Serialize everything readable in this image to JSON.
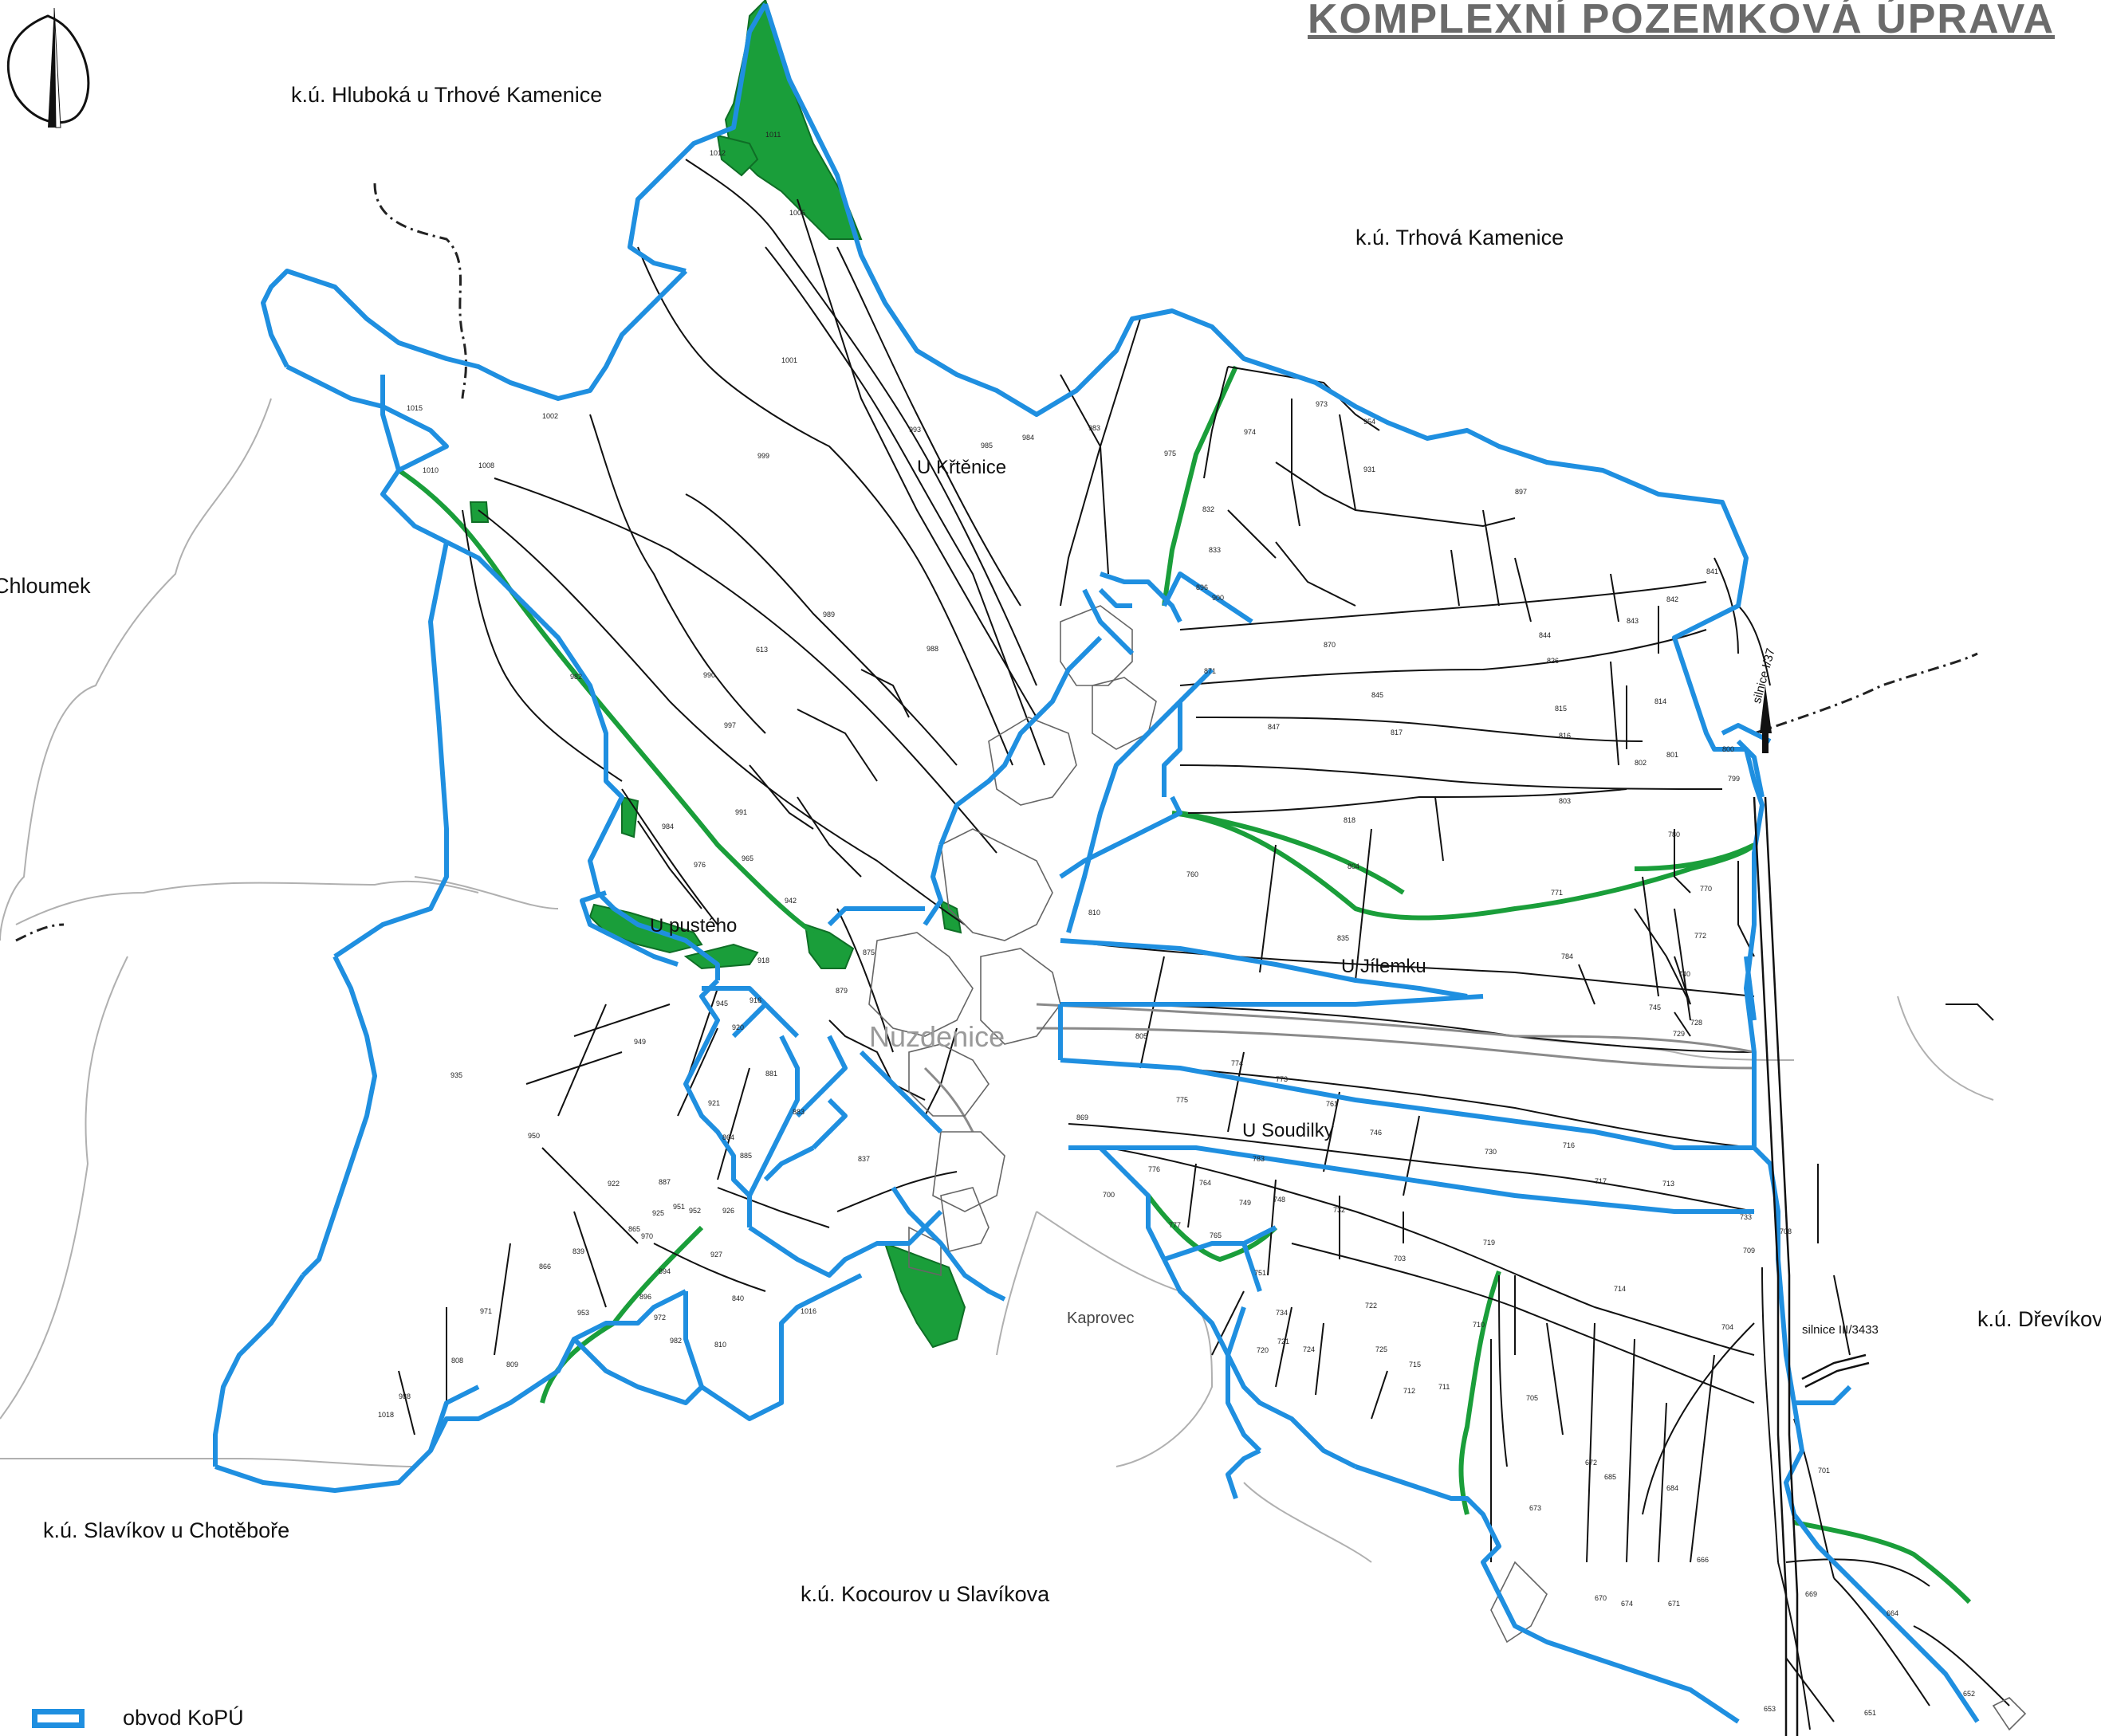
{
  "title": "KOMPLEXNÍ POZEMKOVÁ ÚPRAVA",
  "neighbors": {
    "hluboka": "k.ú. Hluboká u Trhové Kamenice",
    "trhova": "k.ú. Trhová Kamenice",
    "chloumek": "Chloumek",
    "slavikov": "k.ú. Slavíkov u Chotěboře",
    "kocourov": "k.ú. Kocourov u Slavíkova",
    "drevikov": "k.ú. Dřevíkov"
  },
  "localities": {
    "u_krtenice": "U Křtěnice",
    "u_pusteho": "U pustého",
    "u_jilemku": "U Jílemku",
    "u_soudilky": "U Soudilky",
    "kaprovec": "Kaprovec",
    "village": "Nuzdenice"
  },
  "roads": {
    "i37": "silnice I/37",
    "iii3433": "silnice III/3433"
  },
  "legend": {
    "label": "obvod KoPÚ",
    "boundary_color": "#1f8fe0",
    "green_color": "#1a9e3a"
  },
  "compass": "north-arrow-icon",
  "parcels": [
    "1011",
    "1012",
    "1005",
    "1001",
    "1002",
    "1015",
    "1010",
    "1008",
    "999",
    "993",
    "985",
    "984",
    "983",
    "975",
    "974",
    "973",
    "954",
    "931",
    "897",
    "841",
    "842",
    "843",
    "844",
    "826",
    "870",
    "871",
    "900",
    "896",
    "833",
    "832",
    "847",
    "815",
    "816",
    "814",
    "845",
    "817",
    "800",
    "801",
    "802",
    "799",
    "803",
    "818",
    "804",
    "780",
    "770",
    "771",
    "760",
    "810",
    "835",
    "784",
    "772",
    "740",
    "745",
    "728",
    "729",
    "805",
    "774",
    "773",
    "761",
    "746",
    "730",
    "716",
    "717",
    "713",
    "775",
    "776",
    "783",
    "764",
    "749",
    "748",
    "732",
    "733",
    "709",
    "708",
    "703",
    "719",
    "714",
    "704",
    "700",
    "777",
    "765",
    "751",
    "734",
    "721",
    "722",
    "720",
    "724",
    "725",
    "715",
    "712",
    "711",
    "710",
    "705",
    "701",
    "672",
    "685",
    "684",
    "673",
    "666",
    "670",
    "674",
    "671",
    "669",
    "664",
    "653",
    "652",
    "651",
    "613",
    "989",
    "988",
    "982",
    "990",
    "997",
    "991",
    "984b",
    "976",
    "965",
    "942",
    "918",
    "916",
    "879",
    "875",
    "945",
    "920",
    "949",
    "935",
    "921",
    "881",
    "883",
    "864",
    "885",
    "837",
    "869",
    "950",
    "922",
    "887",
    "925",
    "952",
    "951",
    "926",
    "865",
    "866",
    "839",
    "970",
    "927",
    "894",
    "896b",
    "840",
    "971",
    "953",
    "972",
    "982b",
    "1016",
    "808",
    "809",
    "810b",
    "988b",
    "1018"
  ]
}
